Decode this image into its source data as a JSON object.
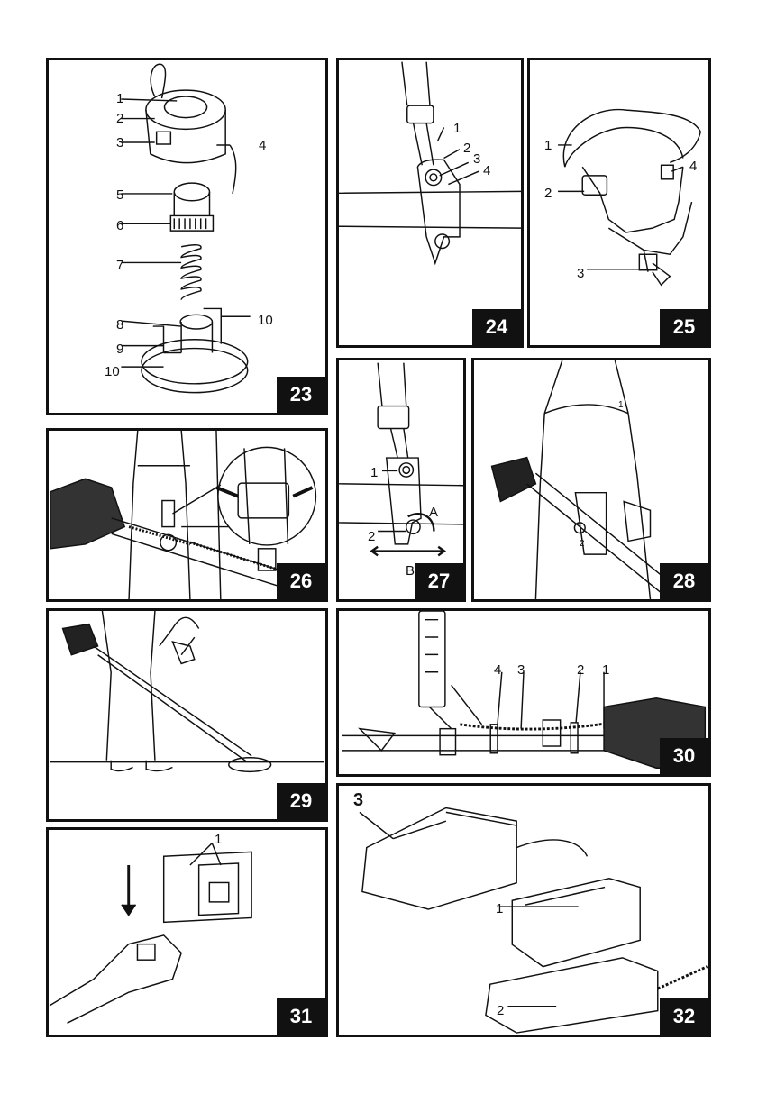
{
  "figures": [
    {
      "id": "23",
      "labels": [
        "1",
        "2",
        "3",
        "4",
        "5",
        "6",
        "7",
        "8",
        "9",
        "10",
        "10"
      ]
    },
    {
      "id": "24",
      "labels": [
        "1",
        "2",
        "3",
        "4"
      ]
    },
    {
      "id": "25",
      "labels": [
        "1",
        "2",
        "3",
        "4"
      ]
    },
    {
      "id": "26",
      "labels": []
    },
    {
      "id": "27",
      "labels": [
        "1",
        "2",
        "A",
        "B"
      ]
    },
    {
      "id": "28",
      "labels": [
        "1",
        "2"
      ]
    },
    {
      "id": "29",
      "labels": []
    },
    {
      "id": "30",
      "labels": [
        "4",
        "3",
        "2",
        "1"
      ]
    },
    {
      "id": "31",
      "labels": [
        "1"
      ]
    },
    {
      "id": "32",
      "labels": [
        "3",
        "1",
        "2"
      ]
    }
  ]
}
